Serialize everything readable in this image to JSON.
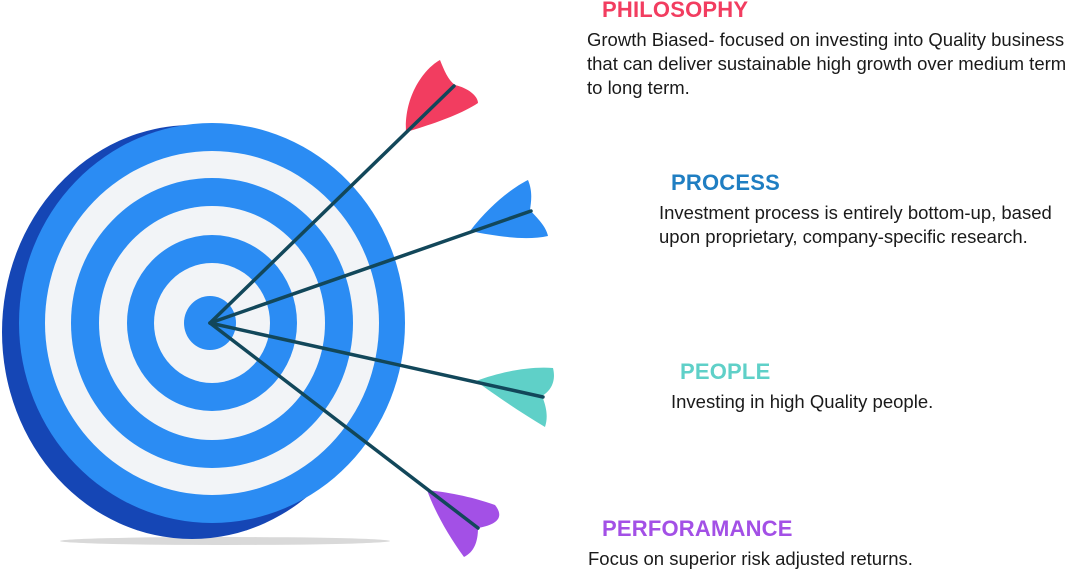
{
  "colors": {
    "ring_blue": "#2b8cf3",
    "ring_white": "#f2f4f7",
    "target_side": "#1546b5",
    "arrow_shaft": "#12475a",
    "shadow": "#d9d9d9"
  },
  "sections": [
    {
      "id": "philosophy",
      "title": "PHILOSOPHY",
      "color": "#f23d60",
      "description": "Growth Biased- focused on investing into Quality business that can deliver sustainable high growth over medium term to long term."
    },
    {
      "id": "process",
      "title": "PROCESS",
      "color": "#1f7ec2",
      "description": "Investment process is entirely bottom-up, based upon proprietary, company-specific research."
    },
    {
      "id": "people",
      "title": "PEOPLE",
      "color": "#5fd0c8",
      "description": "Investing in high Quality people."
    },
    {
      "id": "performance",
      "title": "PERFORAMANCE",
      "color": "#a350e6",
      "description": "Focus on superior risk adjusted returns."
    }
  ],
  "arrows": [
    {
      "name": "arrow-philosophy",
      "fletching_color": "#f23d60"
    },
    {
      "name": "arrow-process",
      "fletching_color": "#2b8cf3"
    },
    {
      "name": "arrow-people",
      "fletching_color": "#5fd0c8"
    },
    {
      "name": "arrow-performance",
      "fletching_color": "#a350e6"
    }
  ]
}
